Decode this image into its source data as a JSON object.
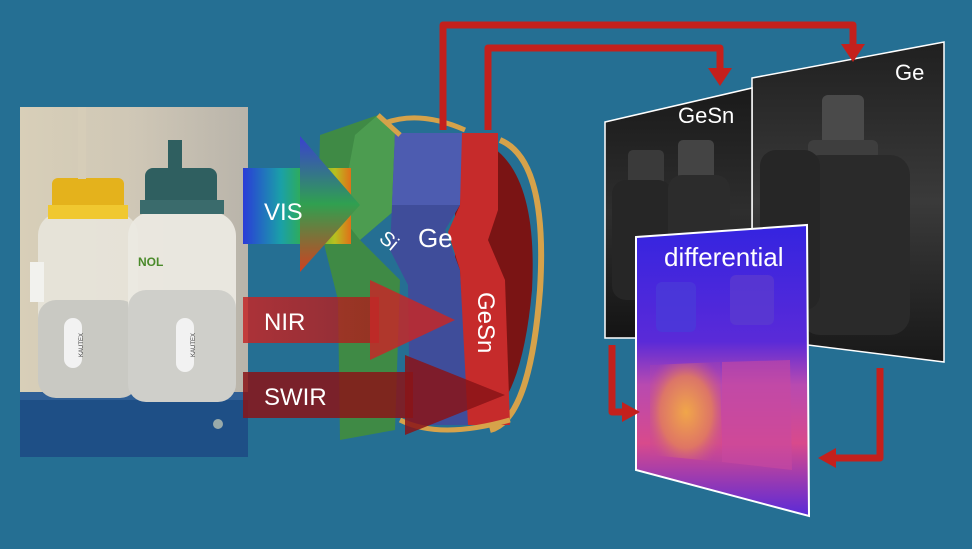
{
  "colors": {
    "background": "#256f93",
    "si_layer": "#3f8a45",
    "ge_layer": "#3f4d9a",
    "gesn_layer": "#c62b2b",
    "rim": "#d6a24a",
    "arrow": "#c4201c"
  },
  "beams": {
    "vis": "VIS",
    "nir": "NIR",
    "swir": "SWIR"
  },
  "detector": {
    "si": "Si",
    "ge": "Ge",
    "gesn": "GeSn"
  },
  "images": {
    "gesn": "GeSn",
    "ge": "Ge",
    "differential": "differential"
  },
  "photo": {
    "label_partial": "NOL",
    "brand_1": "KAUTEX",
    "brand_2": "KAUTEX"
  }
}
